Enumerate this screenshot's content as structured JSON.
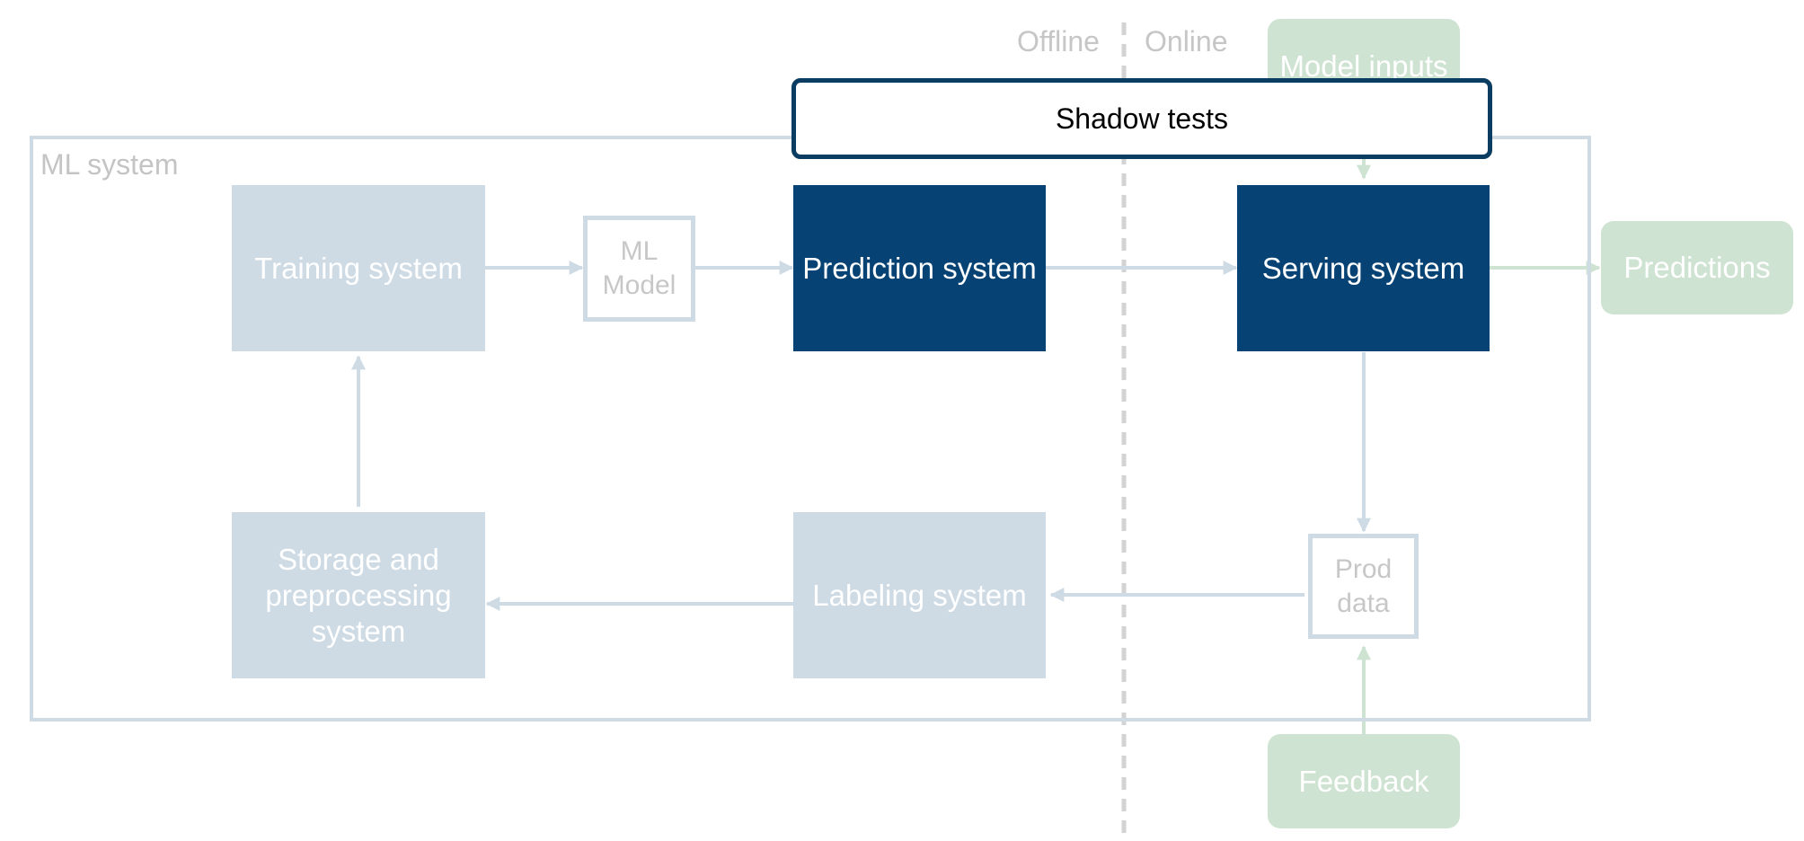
{
  "headers": {
    "offline": "Offline",
    "online": "Online"
  },
  "frame": {
    "label": "ML system"
  },
  "nodes": {
    "training": "Training system",
    "ml_model": "ML Model",
    "prediction": "Prediction system",
    "serving": "Serving system",
    "storage": "Storage and preprocessing system",
    "labeling": "Labeling system",
    "prod_data": "Prod data",
    "model_inputs": "Model inputs",
    "predictions": "Predictions",
    "feedback": "Feedback",
    "shadow_tests": "Shadow tests"
  },
  "colors": {
    "inactive_box": "#cfdbe4",
    "active_box": "#064273",
    "external": "#cfe3d2",
    "callout_border": "#0b3d62",
    "divider": "#d3d3d3"
  }
}
